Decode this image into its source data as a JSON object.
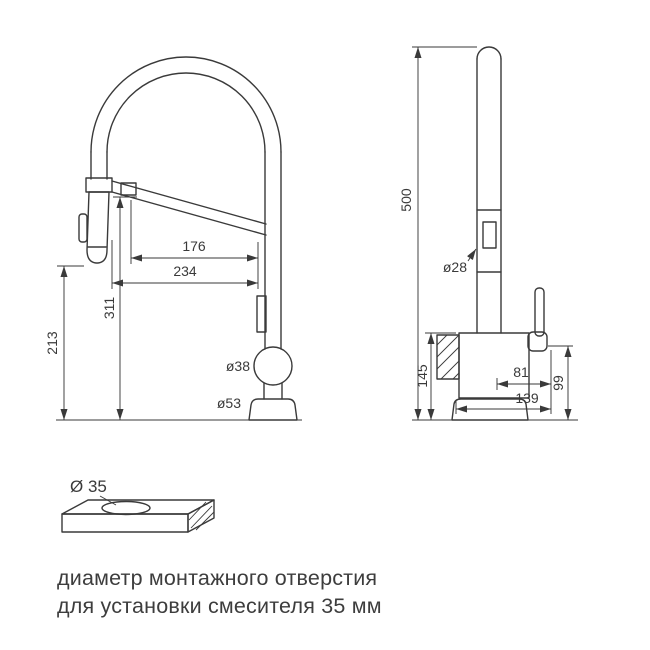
{
  "page": {
    "background": "#ffffff"
  },
  "drawing": {
    "line_color": "#3a3a3a",
    "text_color": "#3a3a3a"
  },
  "front_view": {
    "dim_spout_reach": "176",
    "dim_overall_reach": "234",
    "dim_spout_height": "311",
    "dim_head_height": "213",
    "dim_body_diameter": "ø38",
    "dim_base_diameter": "ø53"
  },
  "side_view": {
    "dim_total_height": "500",
    "dim_column_diameter": "ø28",
    "dim_body_height": "145",
    "dim_handle_offset": "81",
    "dim_handle_height": "99",
    "dim_body_depth": "139"
  },
  "mounting": {
    "hole_diameter": "Ø 35",
    "caption_line1": "диаметр монтажного отверстия",
    "caption_line2": "для установки смесителя 35 мм"
  }
}
